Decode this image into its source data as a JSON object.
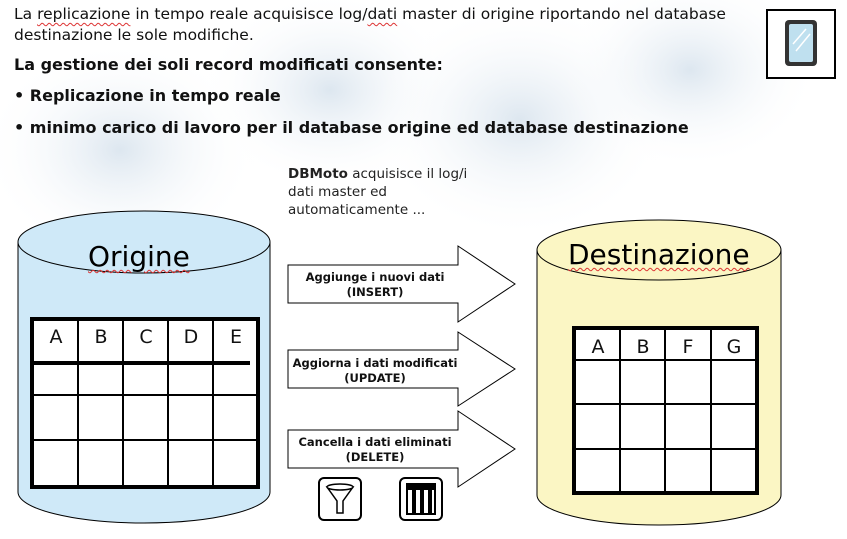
{
  "intro": {
    "line1_a": "La ",
    "line1_b": "replicazione",
    "line1_c": " in tempo reale acquisisce log/",
    "line1_d": "dati",
    "line1_e": " master di origine riportando nel database destinazione le sole modifiche."
  },
  "subtitle": "La gestione dei soli record modificati consente:",
  "bullets": [
    "• Replicazione in tempo reale",
    "• minimo carico di lavoro per il database origine ed database destinazione"
  ],
  "note": {
    "brand": "DBMoto",
    "text": " acquisisce il log/i dati master ed automaticamente ..."
  },
  "source": {
    "label": "Origine",
    "columns": [
      "A",
      "B",
      "C",
      "D",
      "E"
    ]
  },
  "target": {
    "label": "Destinazione",
    "columns": [
      "A",
      "B",
      "F",
      "G"
    ]
  },
  "operations": [
    {
      "line1": "Aggiunge i nuovi dati",
      "line2": "(INSERT)"
    },
    {
      "line1": "Aggiorna i dati modificati",
      "line2": "(UPDATE)"
    },
    {
      "line1": "Cancella i dati eliminati",
      "line2": "(DELETE)"
    }
  ],
  "icons": [
    "window-icon",
    "funnel-icon",
    "columns-icon"
  ],
  "colors": {
    "source_fill": "#cfe9f8",
    "target_fill": "#fbf6c4",
    "outline": "#000000"
  }
}
